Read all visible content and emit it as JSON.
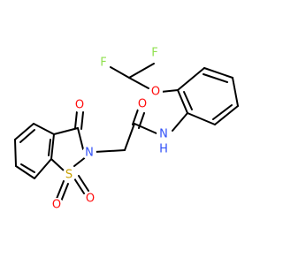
{
  "molecule": {
    "atom_labels": {
      "f_top": "F",
      "f_left": "F",
      "o_ether": "O",
      "o_amide": "O",
      "nh": "N",
      "h": "H",
      "n_ring": "N",
      "s": "S",
      "o_keto": "O",
      "o_sulfonyl_1": "O",
      "o_sulfonyl_2": "O"
    },
    "colors": {
      "bond": "#000000",
      "oxygen": "#ff0d0d",
      "nitrogen": "#3050f8",
      "sulfur": "#c8a000",
      "fluorine": "#90e050",
      "carbon": "#000000"
    }
  }
}
